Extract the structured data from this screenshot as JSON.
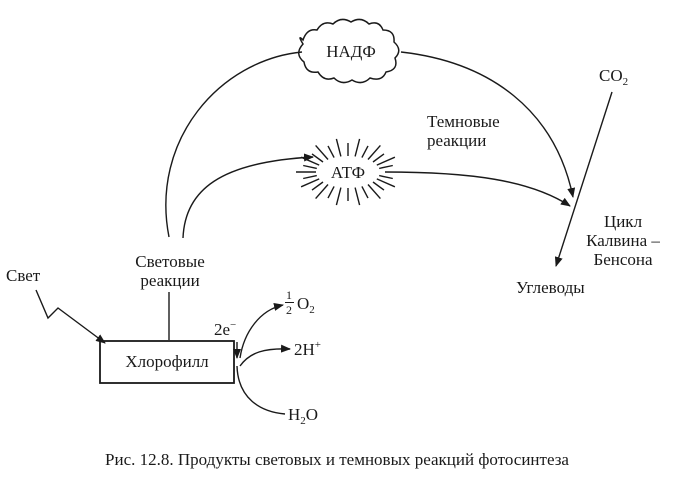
{
  "labels": {
    "nadf": "НАДФ",
    "atf": "АТФ",
    "dark_reactions_line1": "Темновые",
    "dark_reactions_line2": "реакции",
    "co2_main": "CO",
    "co2_sub": "2",
    "cycle_line1": "Цикл",
    "cycle_line2": "Калвина –",
    "cycle_line3": "Бенсона",
    "carbohydrates": "Углеводы",
    "light": "Свет",
    "light_reactions_line1": "Световые",
    "light_reactions_line2": "реакции",
    "chlorophyll": "Хлорофилл",
    "electrons": "2e",
    "electrons_sign": "−",
    "oxygen_frac_num": "1",
    "oxygen_frac_den": "2",
    "oxygen_main": "O",
    "oxygen_sub": "2",
    "protons_main": "2H",
    "protons_sup": "+",
    "water_main": "H",
    "water_sub": "2",
    "water_tail": "O"
  },
  "caption": "Рис. 12.8. Продукты световых и темновых реакций фотосинтеза",
  "colors": {
    "ink": "#1a1a1a",
    "background": "#ffffff"
  }
}
